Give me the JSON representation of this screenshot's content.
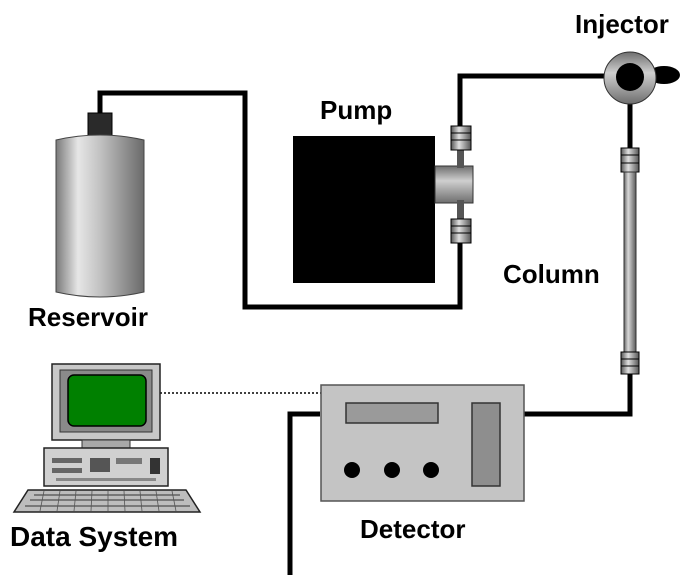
{
  "labels": {
    "injector": "Injector",
    "pump": "Pump",
    "column": "Column",
    "reservoir": "Reservoir",
    "detector": "Detector",
    "data_system": "Data System"
  },
  "icons": [
    "reservoir-bottle-icon",
    "pump-icon",
    "injector-valve-icon",
    "column-icon",
    "detector-icon",
    "computer-icon",
    "keyboard-icon"
  ],
  "colors": {
    "line": "#000000",
    "screen": "#008000",
    "device_gray": "#c8c8c8",
    "pump_body": "#000000"
  }
}
